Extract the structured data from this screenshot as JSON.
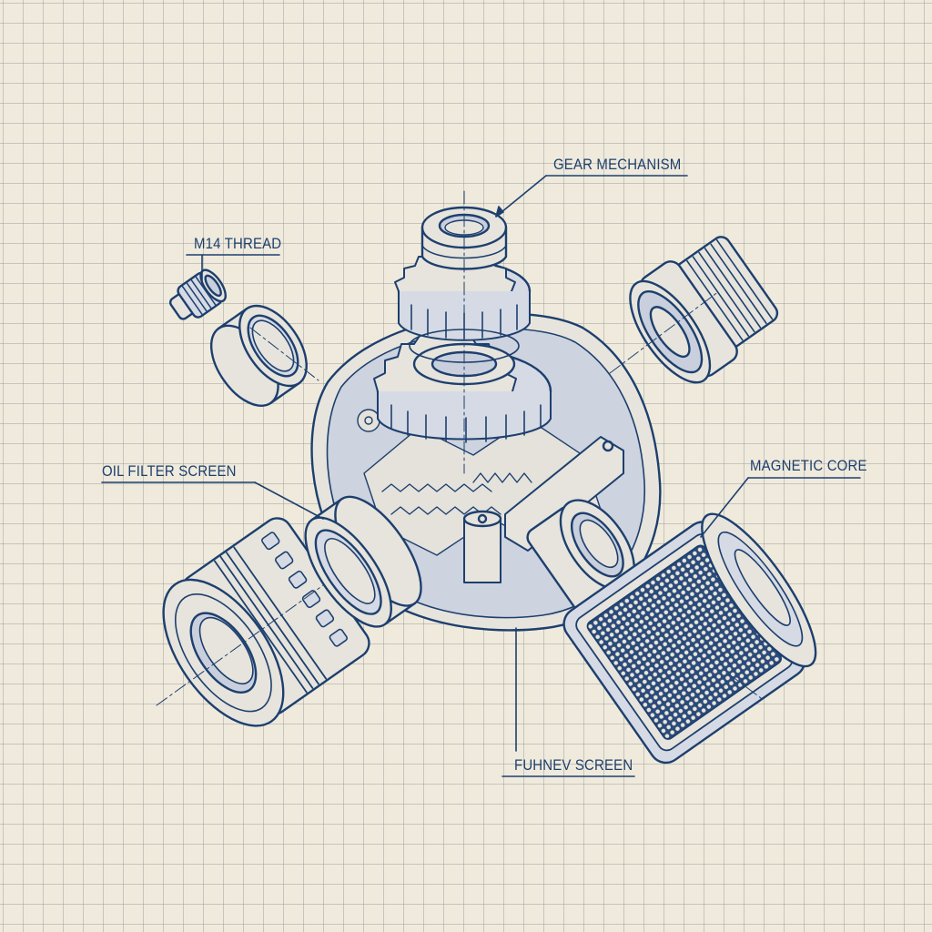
{
  "diagram": {
    "type": "exploded-view technical blueprint",
    "colors": {
      "paper": "#efeadc",
      "grid": "#b8b6ae",
      "ink": "#1d3f6e",
      "shade": "#c9cfdc"
    },
    "labels": {
      "gear_mechanism": "GEAR MECHANISM",
      "m14_thread": "M14 THREAD",
      "oil_filter_screen": "OIL FILTER SCREEN",
      "magnetic_core": "MAGNETIC CORE",
      "funnel_screen": "FUHNEV SCREEN"
    },
    "parts": [
      {
        "id": "gear-stack",
        "desc": "stacked spur gears with top bushing"
      },
      {
        "id": "housing",
        "desc": "round housing with internal gearing"
      },
      {
        "id": "small-threaded-plug",
        "desc": "M14 threaded plug"
      },
      {
        "id": "ring-seal-left",
        "desc": "ring seal"
      },
      {
        "id": "threaded-fitting-right",
        "desc": "threaded fitting with washer face"
      },
      {
        "id": "slotted-filter-cylinder",
        "desc": "slotted cylindrical filter"
      },
      {
        "id": "ring-left-lower",
        "desc": "ring washer"
      },
      {
        "id": "mesh-magnetic-core",
        "desc": "mesh screen cartridge"
      }
    ]
  }
}
